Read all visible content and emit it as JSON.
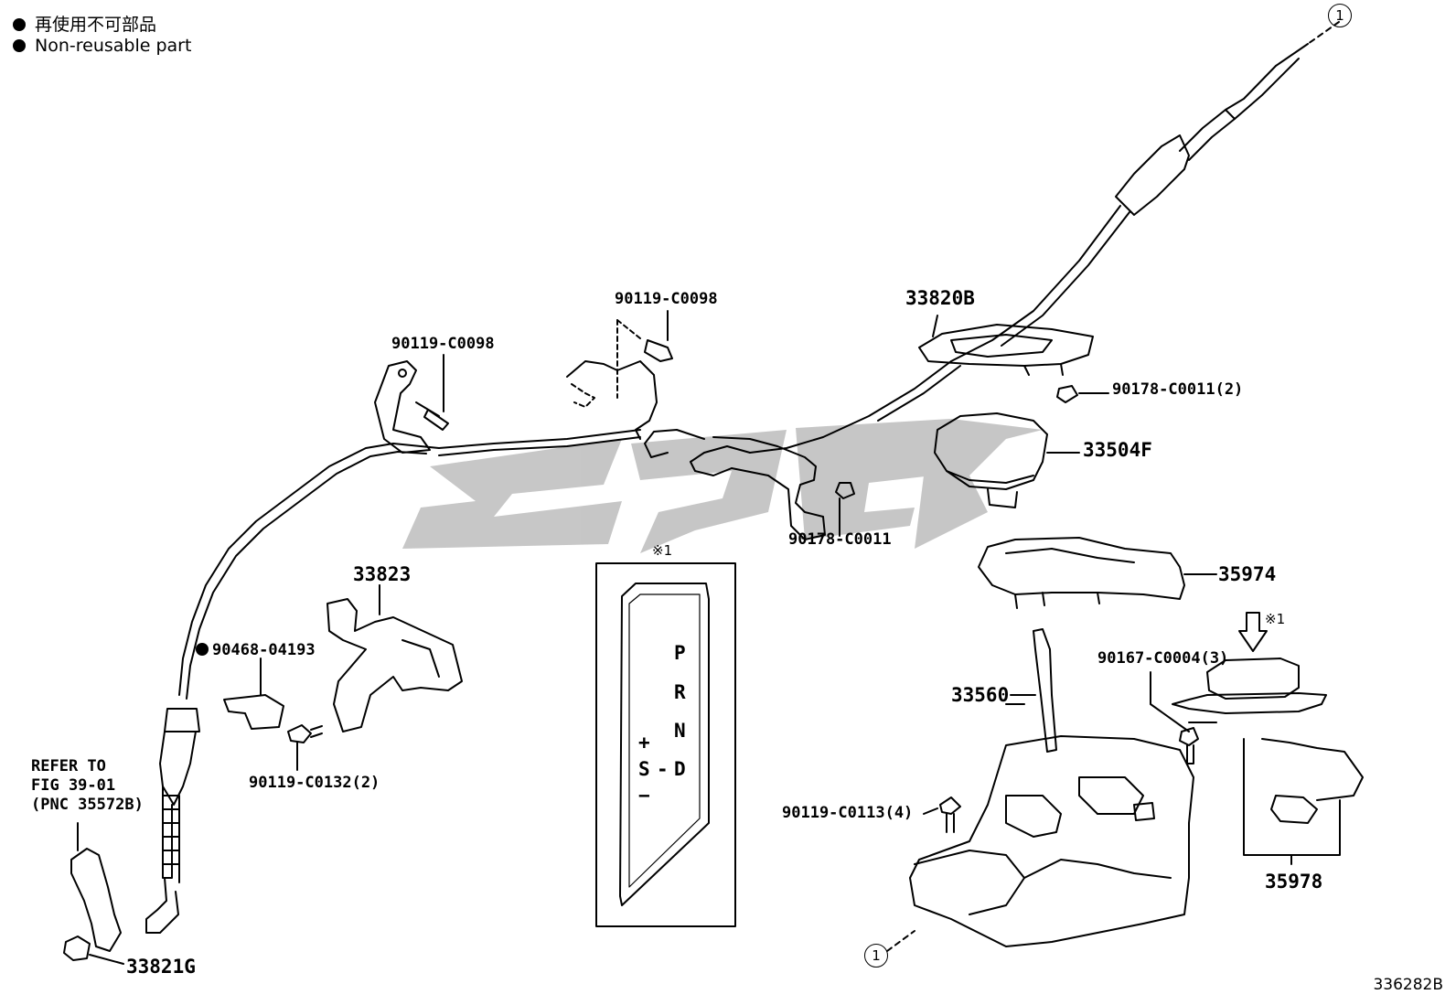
{
  "legend": [
    {
      "symbol": "●",
      "text": "再使用不可部品"
    },
    {
      "symbol": "●",
      "text": "Non-reusable part"
    }
  ],
  "parts": {
    "p33820B": "33820B",
    "p90178_C0011_2": "90178-C0011(2)",
    "p33504F": "33504F",
    "p90119_C0098_a": "90119-C0098",
    "p90119_C0098_b": "90119-C0098",
    "p90178_C0011": "90178-C0011",
    "p35974": "35974",
    "p33823": "33823",
    "p90468_04193": "90468-04193",
    "p90119_C0132_2": "90119-C0132(2)",
    "p33560": "33560",
    "p90167_C0004_3": "90167-C0004(3)",
    "p90119_C0113_4": "90119-C0113(4)",
    "p35978": "35978",
    "p33821G": "33821G"
  },
  "refer_note": "REFER TO\nFIG 39-01\n(PNC 35572B)",
  "ref_mark": "※1",
  "connector_mark": "1",
  "shift_gate": {
    "p": "P",
    "r": "R",
    "n": "N",
    "d": "D",
    "s": "S",
    "plus": "+",
    "minus": "−",
    "dash": "-"
  },
  "diagram_number": "336282B"
}
